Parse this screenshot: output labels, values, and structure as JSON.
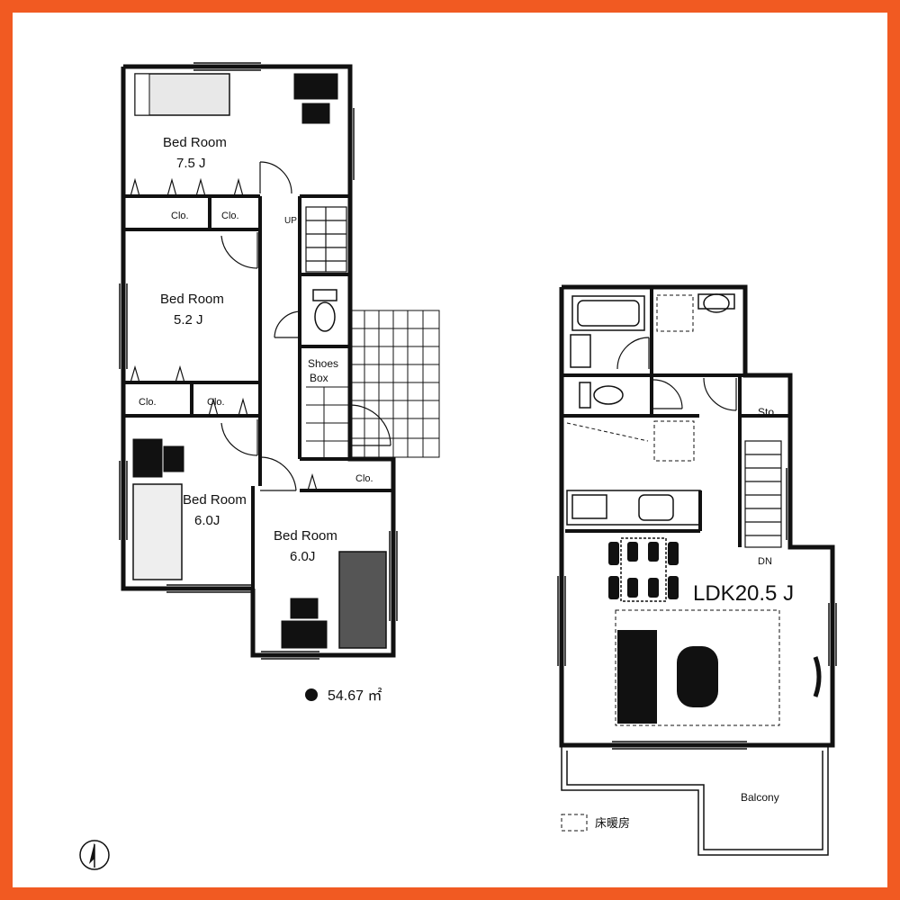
{
  "theme": {
    "frame_color": "#f15a22",
    "wall_color": "#111111"
  },
  "floor_2": {
    "bedroom_1": {
      "name": "Bed Room",
      "size": "7.5 J"
    },
    "bedroom_2": {
      "name": "Bed Room",
      "size": "5.2 J"
    },
    "bedroom_3": {
      "name": "Bed Room",
      "size": "6.0J"
    },
    "bedroom_4": {
      "name": "Bed Room",
      "size": "6.0J"
    },
    "closet_label": "Clo.",
    "stairs_label": "UP",
    "shoes_box_line1": "Shoes",
    "shoes_box_line2": "Box",
    "floor_area": "54.67 ㎡"
  },
  "floor_1": {
    "ldk": "LDK20.5 J",
    "storage": "Sto.",
    "stairs_label": "DN",
    "balcony": "Balcony"
  },
  "legend": {
    "floor_heating": "床暖房"
  },
  "compass": "north-arrow-icon"
}
